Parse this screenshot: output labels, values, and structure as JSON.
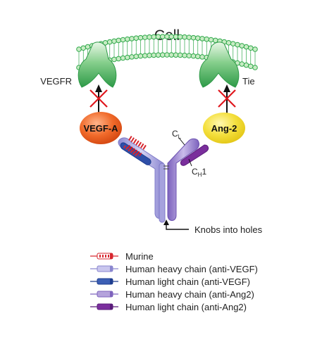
{
  "title": "Cell",
  "labels": {
    "vegfr": "VEGFR",
    "tie": "Tie",
    "vegf_a": "VEGF-A",
    "ang2": "Ang-2",
    "cl": "C",
    "cl_sub": "L",
    "ch1": "C",
    "ch1_sub": "H",
    "ch1_suffix": "1",
    "knobs": "Knobs into holes"
  },
  "legend": [
    {
      "label": "Murine",
      "icon": "murine-swatch-icon",
      "fill": "#ffffff",
      "stroke": "#d7262e",
      "cap": "#d7262e"
    },
    {
      "label": "Human heavy chain (anti-VEGF)",
      "icon": "heavy-vegf-swatch-icon",
      "fill": "#c9c6ee",
      "stroke": "#8a86cf",
      "cap": "#8a86cf"
    },
    {
      "label": "Human light chain (anti-VEGF)",
      "icon": "light-vegf-swatch-icon",
      "fill": "#3c5fb5",
      "stroke": "#1e3d8f",
      "cap": "#1e3d8f"
    },
    {
      "label": "Human heavy chain (anti-Ang2)",
      "icon": "heavy-ang2-swatch-icon",
      "fill": "#b5a3dc",
      "stroke": "#7e63bd",
      "cap": "#7e63bd"
    },
    {
      "label": "Human light chain (anti-Ang2)",
      "icon": "light-ang2-swatch-icon",
      "fill": "#7b2f9e",
      "stroke": "#5a1c7a",
      "cap": "#5a1c7a"
    }
  ],
  "colors": {
    "membrane": "#2fa84a",
    "membrane_fill": "#c8ecc4",
    "receptor": "#39a54e",
    "vegf_a": "#ee5b1c",
    "ang2": "#f3dd3a",
    "block": "#e0171d",
    "heavy_vegf": "#a9a5e0",
    "heavy_ang2": "#9c86cf",
    "light_vegf": "#2f4fa8",
    "light_ang2": "#7a2e9c",
    "murine": "#d7262e"
  }
}
